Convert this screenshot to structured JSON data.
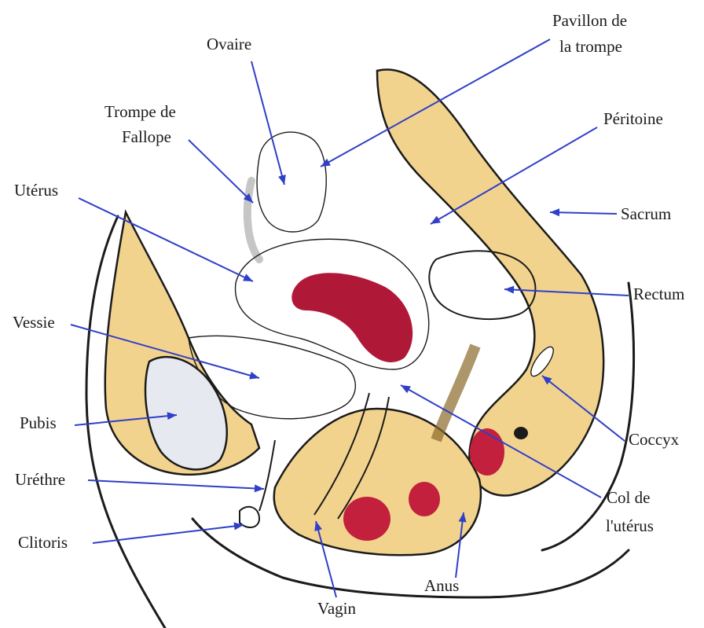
{
  "colors": {
    "bone": "#f2d38e",
    "uterus": "#e98aa0",
    "uterus_lumen": "#b01838",
    "tissue_red": "#c2203c",
    "bladder": "#f4f6fb",
    "pubis": "#e6eaf0",
    "rectum": "#2a2a2a",
    "leader": "#2f3fc8",
    "line": "#1b1b1b"
  },
  "labels": {
    "ovaire": "Ovaire",
    "pavillon_1": "Pavillon de",
    "pavillon_2": "la trompe",
    "trompe_1": "Trompe de",
    "trompe_2": "Fallope",
    "peritoine": "Péritoine",
    "uterus": "Utérus",
    "sacrum": "Sacrum",
    "rectum": "Rectum",
    "vessie": "Vessie",
    "coccyx": "Coccyx",
    "pubis": "Pubis",
    "urethre": "Uréthre",
    "col_1": "Col de",
    "col_2": "l'utérus",
    "clitoris": "Clitoris",
    "anus": "Anus",
    "vagin": "Vagin"
  }
}
